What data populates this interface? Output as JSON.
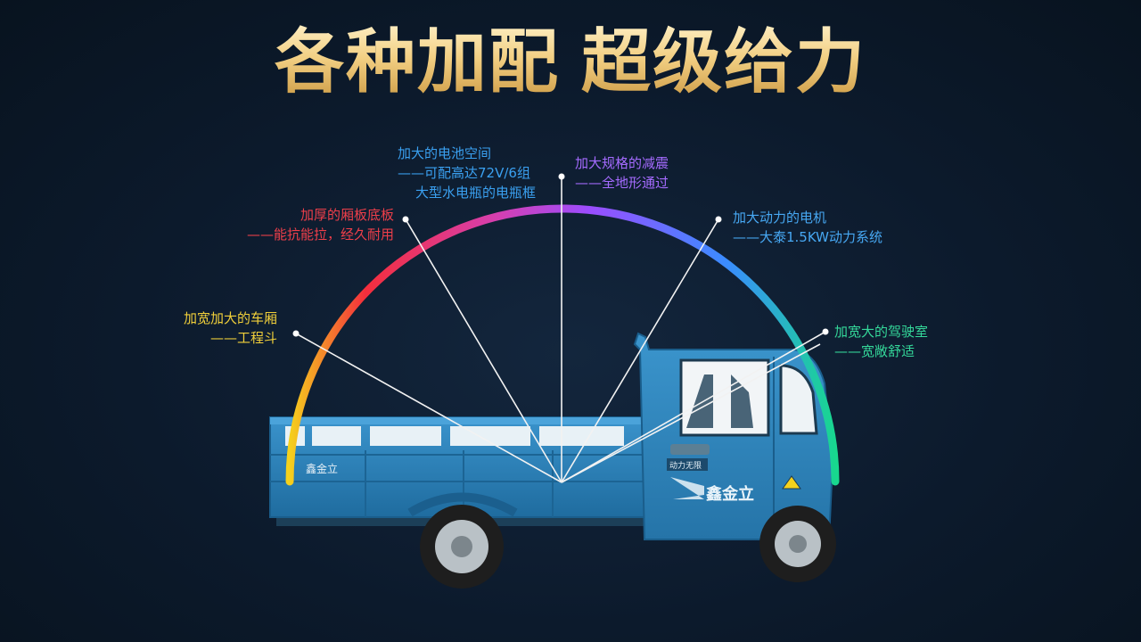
{
  "title": {
    "part1": "各种加配",
    "part2": "超级给力"
  },
  "product": {
    "brand_on_cab": "鑫金立",
    "cab_badge": "动力无限",
    "box_brand": "鑫金立"
  },
  "callouts": [
    {
      "id": "cargo-box",
      "color": "#f0cf3a",
      "line1": "加宽加大的车厢",
      "line2": "——工程斗"
    },
    {
      "id": "floor",
      "color": "#ef3f4a",
      "line1": "加厚的厢板底板",
      "line2": "——能抗能拉，经久耐用"
    },
    {
      "id": "battery",
      "color": "#3aa0f0",
      "line1": "加大的电池空间",
      "line2": "——可配高达72V/6组",
      "line3": "大型水电瓶的电瓶框"
    },
    {
      "id": "shock",
      "color": "#a56bff",
      "line1": "加大规格的减震",
      "line2": "——全地形通过"
    },
    {
      "id": "motor",
      "color": "#47a8f3",
      "line1": "加大动力的电机",
      "line2": "——大泰1.5KW动力系统"
    },
    {
      "id": "cab",
      "color": "#34d89a",
      "line1": "加宽大的驾驶室",
      "line2": "——宽敞舒适"
    }
  ],
  "colors": {
    "title_gold": "#f2cf83",
    "arc_gradient": [
      "#f5d21c",
      "#f42e3c",
      "#d63fb0",
      "#9b4dff",
      "#3a8cff",
      "#18d88e"
    ],
    "truck_blue": "#2c82bb",
    "background": "#0c1a2c"
  }
}
